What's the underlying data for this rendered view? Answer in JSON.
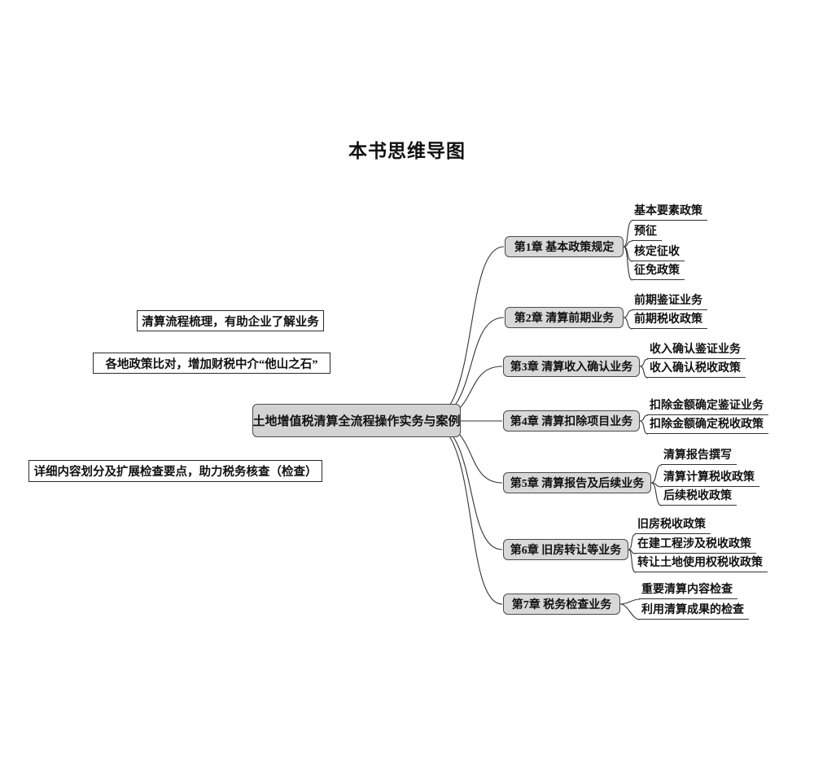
{
  "title": "本书思维导图",
  "center": {
    "label": "土地增值税清算全流程操作实务与案例"
  },
  "notes": [
    {
      "label": "清算流程梳理，有助企业了解业务"
    },
    {
      "label": "各地政策比对，增加财税中介“他山之石”"
    },
    {
      "label": "详细内容划分及扩展检查要点，助力税务核查（检查）"
    }
  ],
  "branches": [
    {
      "label": "第1章 基本政策规定",
      "children": [
        {
          "label": "基本要素政策"
        },
        {
          "label": "预征"
        },
        {
          "label": "核定征收"
        },
        {
          "label": "征免政策"
        }
      ]
    },
    {
      "label": "第2章 清算前期业务",
      "children": [
        {
          "label": "前期鉴证业务"
        },
        {
          "label": "前期税收政策"
        }
      ]
    },
    {
      "label": "第3章 清算收入确认业务",
      "children": [
        {
          "label": "收入确认鉴证业务"
        },
        {
          "label": "收入确认税收政策"
        }
      ]
    },
    {
      "label": "第4章 清算扣除项目业务",
      "children": [
        {
          "label": "扣除金额确定鉴证业务"
        },
        {
          "label": "扣除金额确定税收政策"
        }
      ]
    },
    {
      "label": "第5章 清算报告及后续业务",
      "children": [
        {
          "label": "清算报告撰写"
        },
        {
          "label": "清算计算税收政策"
        },
        {
          "label": "后续税收政策"
        }
      ]
    },
    {
      "label": "第6章 旧房转让等业务",
      "children": [
        {
          "label": "旧房税收政策"
        },
        {
          "label": "在建工程涉及税收政策"
        },
        {
          "label": "转让土地使用权税收政策"
        }
      ]
    },
    {
      "label": "第7章 税务检查业务",
      "children": [
        {
          "label": "重要清算内容检查"
        },
        {
          "label": "利用清算成果的检查"
        }
      ]
    }
  ]
}
